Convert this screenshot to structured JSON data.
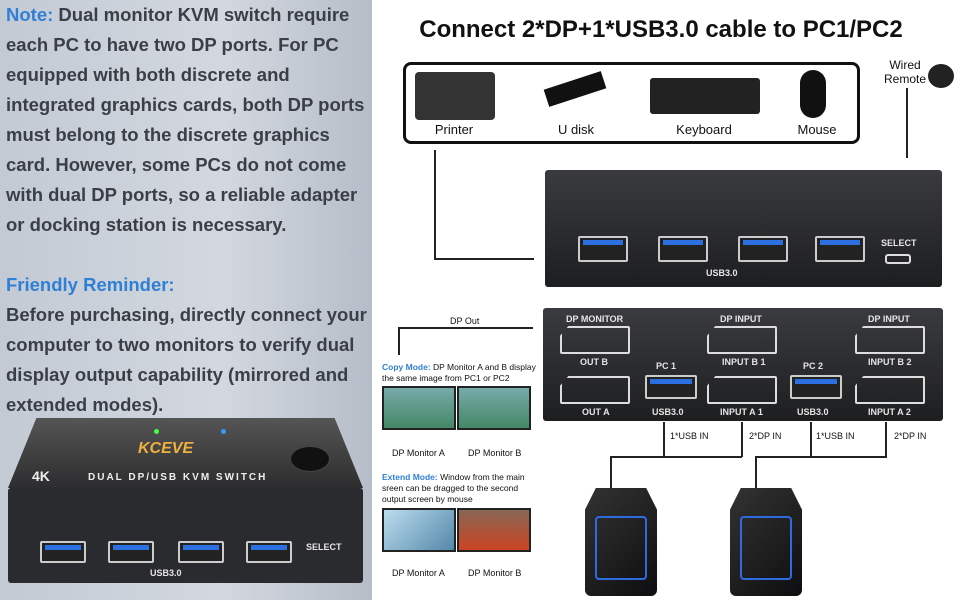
{
  "left_panel": {
    "note_label": "Note:",
    "note_text": " Dual monitor KVM switch require each PC to have two DP ports. For PC equipped with both discrete and integrated graphics cards, both DP ports must belong to the discrete graphics card. However, some PCs do not come with dual DP ports, so a reliable adapter or docking station is necessary.",
    "reminder_label": "Friendly Reminder:",
    "reminder_text": "Before purchasing, directly connect your computer to two monitors to verify dual display output capability (mirrored and extended modes).",
    "product": {
      "brand": "KCEVE",
      "resolution": "4K",
      "product_name": "DUAL DP/USB KVM SWITCH",
      "select": "SELECT",
      "usb": "USB3.0"
    }
  },
  "diagram": {
    "title": "Connect 2*DP+1*USB3.0 cable to PC1/PC2",
    "peripherals": [
      "Printer",
      "U disk",
      "Keyboard",
      "Mouse"
    ],
    "wired_remote": "Wired Remote",
    "front": {
      "usb": "USB3.0",
      "select": "SELECT"
    },
    "back": {
      "dp_monitor": "DP MONITOR",
      "out_b": "OUT B",
      "out_a": "OUT A",
      "dp_input": "DP INPUT",
      "input_b1": "INPUT B 1",
      "input_a1": "INPUT A 1",
      "input_b2": "INPUT B 2",
      "input_a2": "INPUT A 2",
      "pc1": "PC 1",
      "pc2": "PC 2",
      "usb": "USB3.0"
    },
    "cables": {
      "usb_in": "1*USB  IN",
      "dp_in": "2*DP IN",
      "dp_out": "DP Out"
    },
    "copy_mode_label": "Copy Mode:",
    "copy_mode_text": " DP Monitor A and B display the same image from PC1 or PC2",
    "extend_mode_label": "Extend Mode:",
    "extend_mode_text": " Window from the main sreen can be dragged to the second output screen by mouse",
    "monitor_a": "DP Monitor A",
    "monitor_b": "DP Monitor B"
  }
}
